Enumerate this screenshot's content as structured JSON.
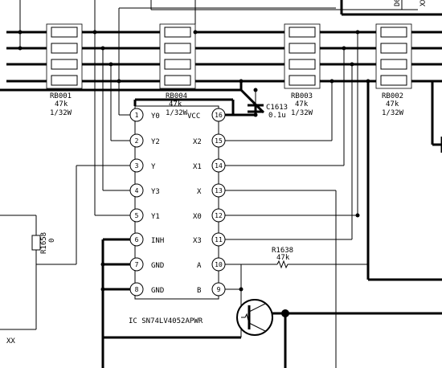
{
  "resistor_arrays": [
    {
      "ref": "RB001",
      "value": "47k",
      "power": "1/32W"
    },
    {
      "ref": "RB004",
      "value": "47k",
      "power": "1/32W"
    },
    {
      "ref": "RB003",
      "value": "47k",
      "power": "1/32W"
    },
    {
      "ref": "RB002",
      "value": "47k",
      "power": "1/32W"
    }
  ],
  "ic": {
    "label": "IC SN74LV4052APWR",
    "left_pins": [
      {
        "num": "1",
        "name": "Y0"
      },
      {
        "num": "2",
        "name": "Y2"
      },
      {
        "num": "3",
        "name": "Y"
      },
      {
        "num": "4",
        "name": "Y3"
      },
      {
        "num": "5",
        "name": "Y1"
      },
      {
        "num": "6",
        "name": "INH"
      },
      {
        "num": "7",
        "name": "GND"
      },
      {
        "num": "8",
        "name": "GND"
      }
    ],
    "right_pins": [
      {
        "num": "16",
        "name": "VCC"
      },
      {
        "num": "15",
        "name": "X2"
      },
      {
        "num": "14",
        "name": "X1"
      },
      {
        "num": "13",
        "name": "X"
      },
      {
        "num": "12",
        "name": "X0"
      },
      {
        "num": "11",
        "name": "X3"
      },
      {
        "num": "10",
        "name": "A"
      },
      {
        "num": "9",
        "name": "B"
      }
    ]
  },
  "capacitor": {
    "ref": "C1613",
    "value": "0.1u"
  },
  "resistor_1638": {
    "ref": "R1638",
    "value": "47k"
  },
  "resistor_1658": {
    "ref": "R1658",
    "value": "0"
  },
  "corner_text": "XX",
  "top_right_text": {
    "d": "D0",
    "xx": "XX"
  }
}
